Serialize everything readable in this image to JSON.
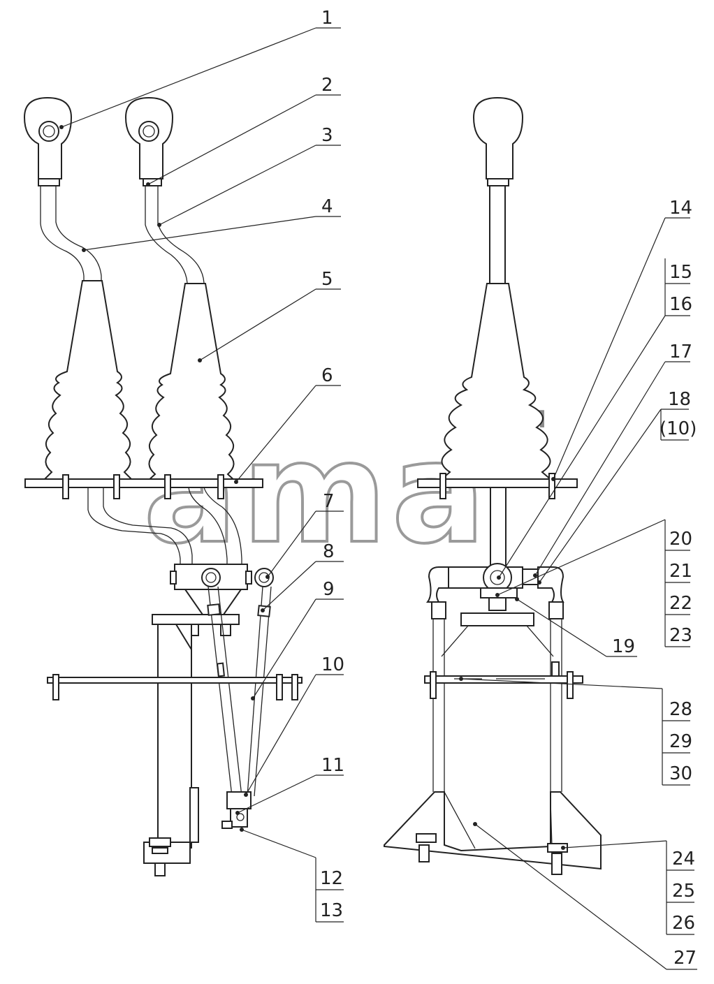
{
  "callouts": {
    "c1": "1",
    "c2": "2",
    "c3": "3",
    "c4": "4",
    "c5": "5",
    "c6": "6",
    "c7": "7",
    "c8": "8",
    "c9": "9",
    "c10": "10",
    "c11": "11",
    "c12": "12",
    "c13": "13",
    "c14": "14",
    "c15": "15",
    "c16": "16",
    "c17": "17",
    "c18": "18",
    "c18b": "(10)",
    "c19": "19",
    "c20": "20",
    "c21": "21",
    "c22": "22",
    "c23": "23",
    "c24": "24",
    "c25": "25",
    "c26": "26",
    "c27": "27",
    "c28": "28",
    "c29": "29",
    "c30": "30"
  },
  "watermark": {
    "logo": "ama",
    "tm": "TM"
  }
}
